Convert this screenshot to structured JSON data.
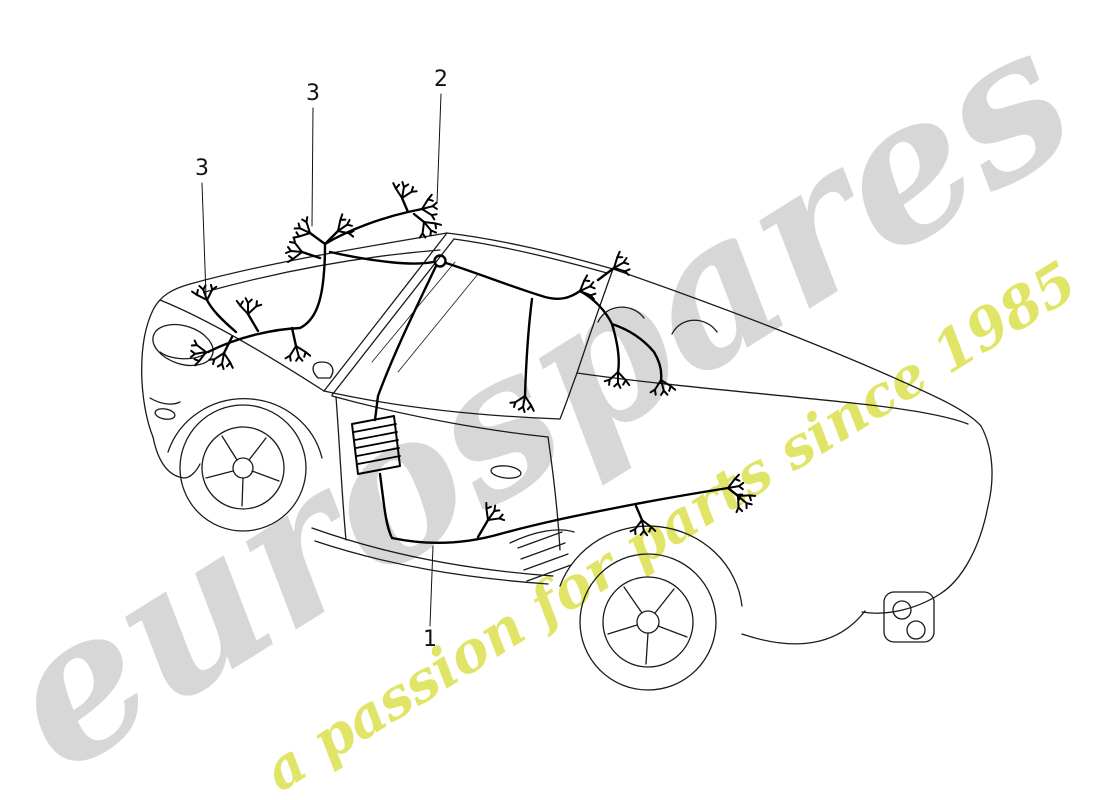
{
  "page": {
    "background": "#ffffff"
  },
  "watermark": {
    "brand": "eurospares",
    "tagline": "a passion for parts since 1985",
    "brand_color": "#d7d7d7",
    "tagline_color": "#e0e45f"
  },
  "diagram": {
    "subject": "porsche-convertible-wiring-harness",
    "line_color": "#1a1a1a",
    "harness_color": "#000000",
    "callouts": [
      {
        "id": "3-top",
        "label": "3"
      },
      {
        "id": "2-top",
        "label": "2"
      },
      {
        "id": "3-front",
        "label": "3"
      },
      {
        "id": "1-bottom",
        "label": "1"
      }
    ]
  }
}
